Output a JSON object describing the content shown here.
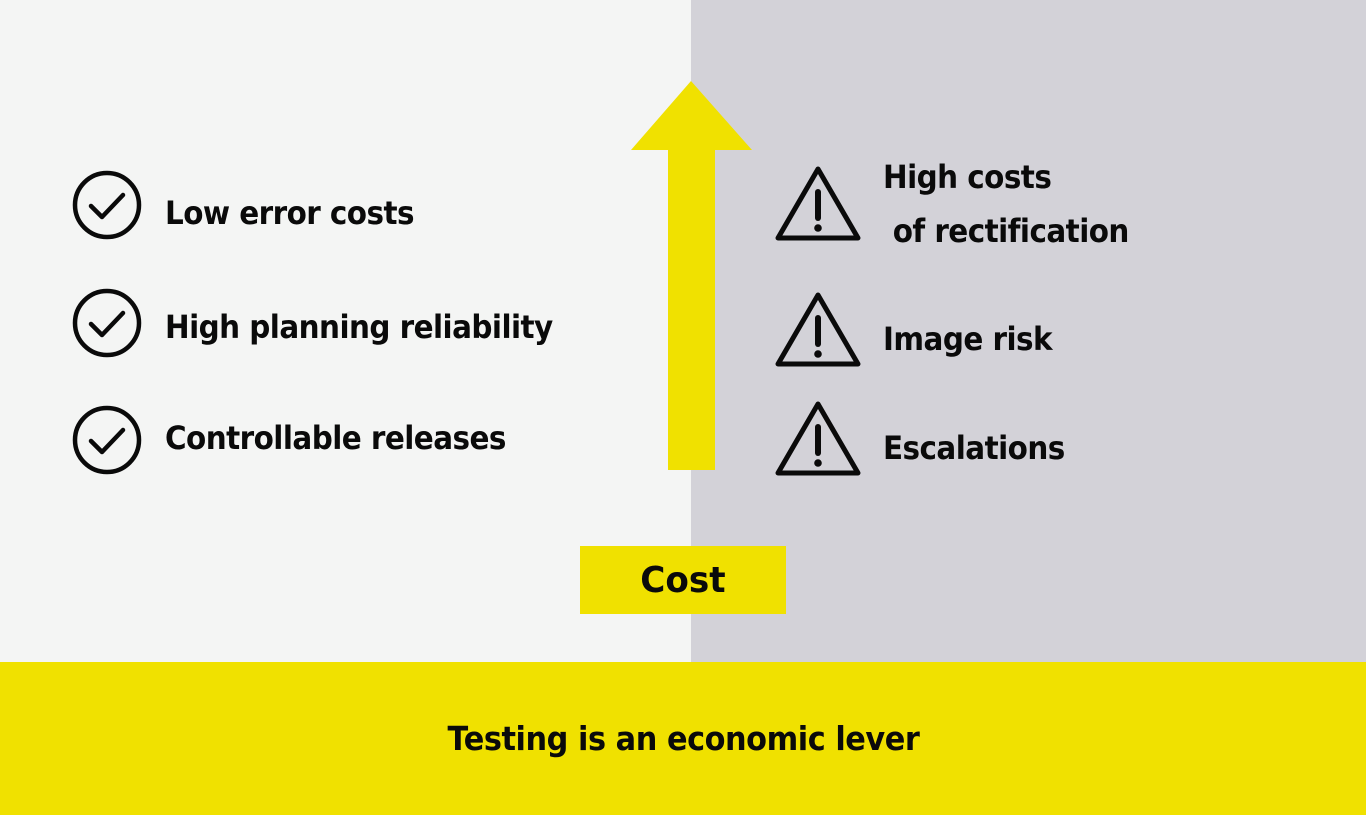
{
  "colors": {
    "left_bg": "#f4f5f4",
    "right_bg": "#d3d2d8",
    "accent_yellow": "#f0e100",
    "text": "#0a0a0a"
  },
  "benefits": [
    {
      "icon": "check-circle-icon",
      "label": "Low error costs"
    },
    {
      "icon": "check-circle-icon",
      "label": "High planning reliability"
    },
    {
      "icon": "check-circle-icon",
      "label": "Controllable releases"
    }
  ],
  "risks": [
    {
      "icon": "warning-triangle-icon",
      "label_line1": "High costs",
      "label_line2": " of rectification"
    },
    {
      "icon": "warning-triangle-icon",
      "label": "Image risk"
    },
    {
      "icon": "warning-triangle-icon",
      "label": "Escalations"
    }
  ],
  "axis": {
    "icon": "up-arrow-icon",
    "label": "Cost"
  },
  "footer": {
    "text": "Testing is an economic lever"
  }
}
